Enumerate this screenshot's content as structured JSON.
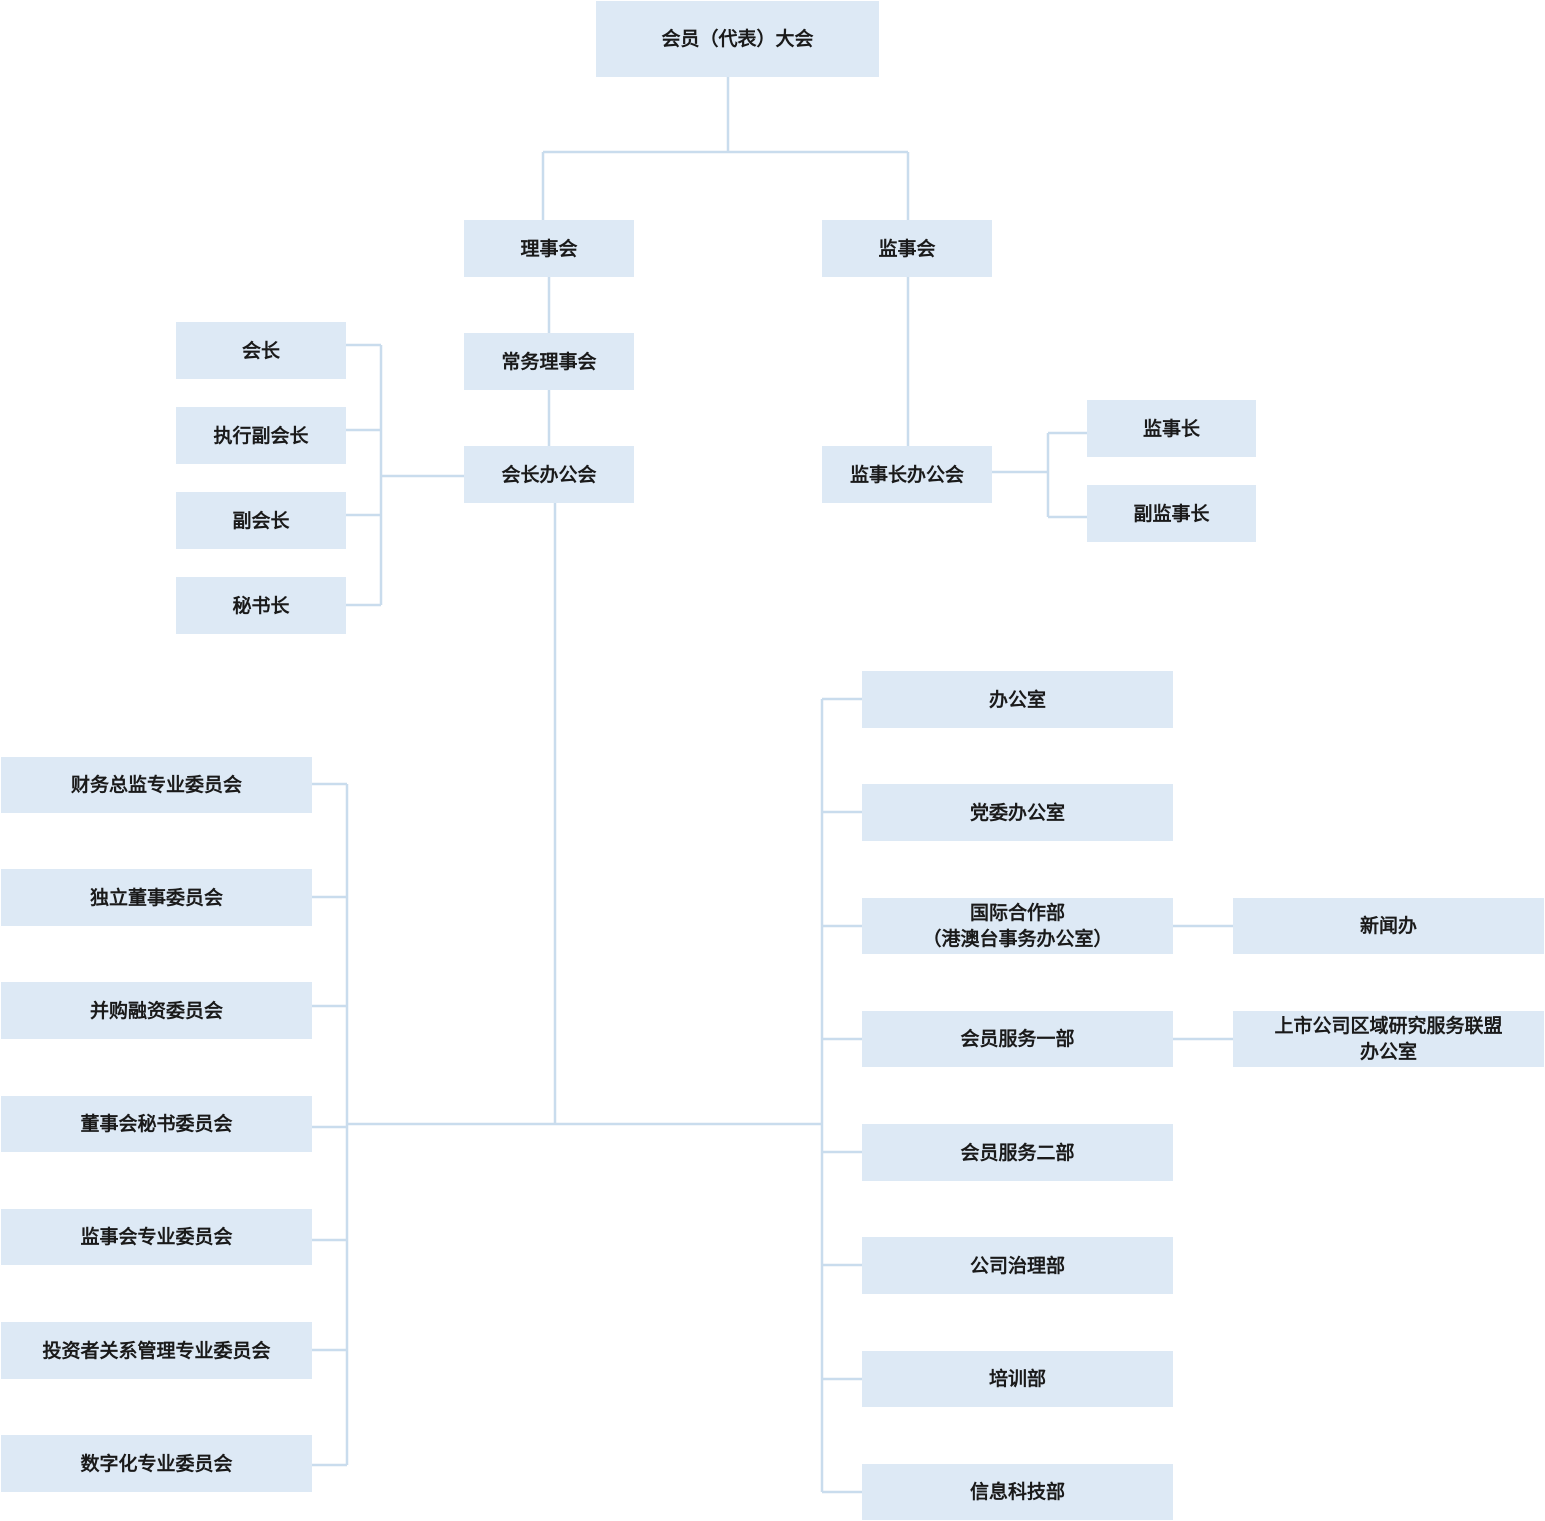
{
  "org_chart": {
    "general_assembly": "会员（代表）大会",
    "council": "理事会",
    "supervisory_board": "监事会",
    "standing_council": "常务理事会",
    "president_office_meeting": "会长办公会",
    "chief_supervisor_office_meeting": "监事长办公会",
    "leadership": {
      "president": "会长",
      "executive_vice_president": "执行副会长",
      "vice_president": "副会长",
      "secretary_general": "秘书长"
    },
    "supervisors": {
      "chief_supervisor": "监事长",
      "deputy_chief_supervisor": "副监事长"
    },
    "committees": [
      "财务总监专业委员会",
      "独立董事委员会",
      "并购融资委员会",
      "董事会秘书委员会",
      "监事会专业委员会",
      "投资者关系管理专业委员会",
      "数字化专业委员会"
    ],
    "departments": [
      {
        "line1": "办公室",
        "line2": ""
      },
      {
        "line1": "党委办公室",
        "line2": ""
      },
      {
        "line1": "国际合作部",
        "line2": "（港澳台事务办公室）"
      },
      {
        "line1": "会员服务一部",
        "line2": ""
      },
      {
        "line1": "会员服务二部",
        "line2": ""
      },
      {
        "line1": "公司治理部",
        "line2": ""
      },
      {
        "line1": "培训部",
        "line2": ""
      },
      {
        "line1": "信息科技部",
        "line2": ""
      }
    ],
    "sub_units": {
      "press_office": "新闻办",
      "alliance_office_line1": "上市公司区域研究服务联盟",
      "alliance_office_line2": "办公室"
    }
  }
}
